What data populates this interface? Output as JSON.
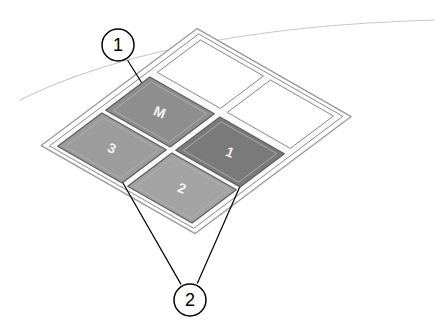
{
  "diagram": {
    "nodes": [
      {
        "text": [
          "1"
        ]
      },
      {
        "text": [
          "M"
        ]
      },
      {
        "text": [
          "3"
        ]
      },
      {
        "text": [
          "1"
        ]
      },
      {
        "text": [
          "2"
        ]
      },
      {
        "text": [
          "2"
        ]
      }
    ],
    "edges": [
      {
        "from": 0,
        "to": 1,
        "arrow": "none"
      },
      {
        "from": 5,
        "to": 2,
        "arrow": "none"
      },
      {
        "from": 5,
        "to": 3,
        "arrow": "none"
      }
    ]
  }
}
